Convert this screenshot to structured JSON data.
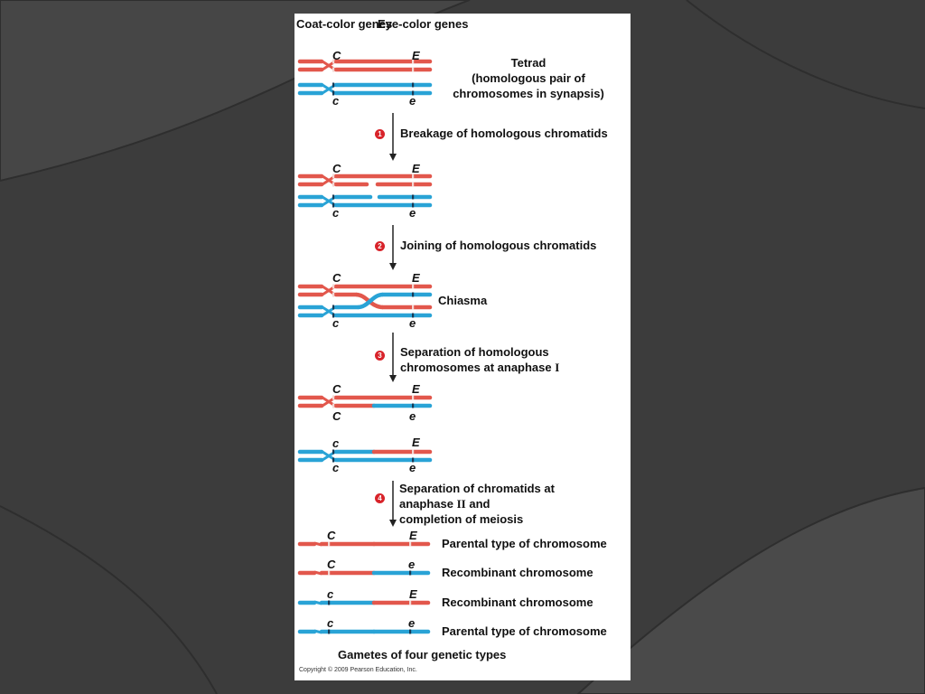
{
  "colors": {
    "background": "#3c3c3c",
    "maternal_red": "#e2574c",
    "paternal_blue": "#29a3d6",
    "step_badge": "#d8232a"
  },
  "headers": {
    "coat": "Coat-color genes",
    "eye": "Eye-color genes"
  },
  "tetrad": {
    "title": "Tetrad",
    "line1": "(homologous pair of",
    "line2": "chromosomes in synapsis)"
  },
  "steps": [
    {
      "number": "1",
      "label": "Breakage of homologous chromatids"
    },
    {
      "number": "2",
      "label": "Joining of homologous chromatids"
    },
    {
      "number": "3",
      "label_line1": "Separation of homologous",
      "label_line2": "chromosomes at anaphase",
      "roman": "I"
    },
    {
      "number": "4",
      "label_line1": "Separation of chromatids at",
      "label_line2": "anaphase",
      "roman": "II",
      "label_line2_suffix": "and",
      "label_line3": "completion of meiosis"
    }
  ],
  "chiasma": "Chiasma",
  "alleles": {
    "C": "C",
    "c": "c",
    "E": "E",
    "e": "e"
  },
  "gametes": [
    {
      "coat": "C",
      "eye": "E",
      "type": "Parental type of chromosome"
    },
    {
      "coat": "C",
      "eye": "e",
      "type": "Recombinant chromosome"
    },
    {
      "coat": "c",
      "eye": "E",
      "type": "Recombinant chromosome"
    },
    {
      "coat": "c",
      "eye": "e",
      "type": "Parental type of chromosome"
    }
  ],
  "caption": "Gametes of four genetic types",
  "copyright": "Copyright © 2009 Pearson Education, Inc."
}
